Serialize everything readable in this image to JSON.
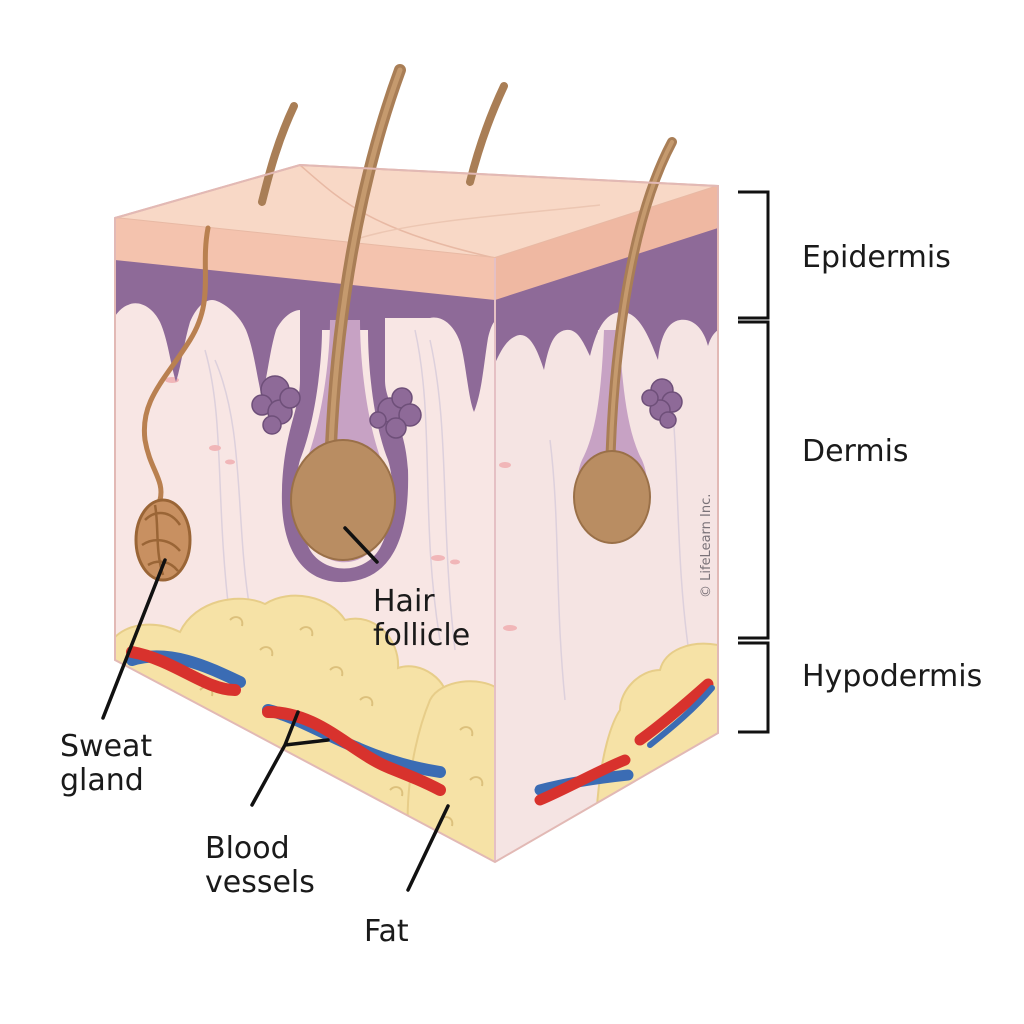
{
  "layers": [
    {
      "name": "epidermis",
      "label": "Epidermis"
    },
    {
      "name": "dermis",
      "label": "Dermis"
    },
    {
      "name": "hypodermis",
      "label": "Hypodermis"
    }
  ],
  "structures": {
    "hair_follicle": [
      "Hair",
      "follicle"
    ],
    "sweat_gland": [
      "Sweat",
      "gland"
    ],
    "blood_vessels": [
      "Blood",
      "vessels"
    ],
    "fat": "Fat"
  },
  "copyright": "© LifeLearn Inc.",
  "colors": {
    "epidermis": "#f6cdb8",
    "basal_layer": "#8e6a98",
    "dermis": "#f8e6e4",
    "fat": "#f6e2a6",
    "hair": "#b98d62",
    "artery": "#d8322d",
    "vein": "#3b6cb4"
  }
}
